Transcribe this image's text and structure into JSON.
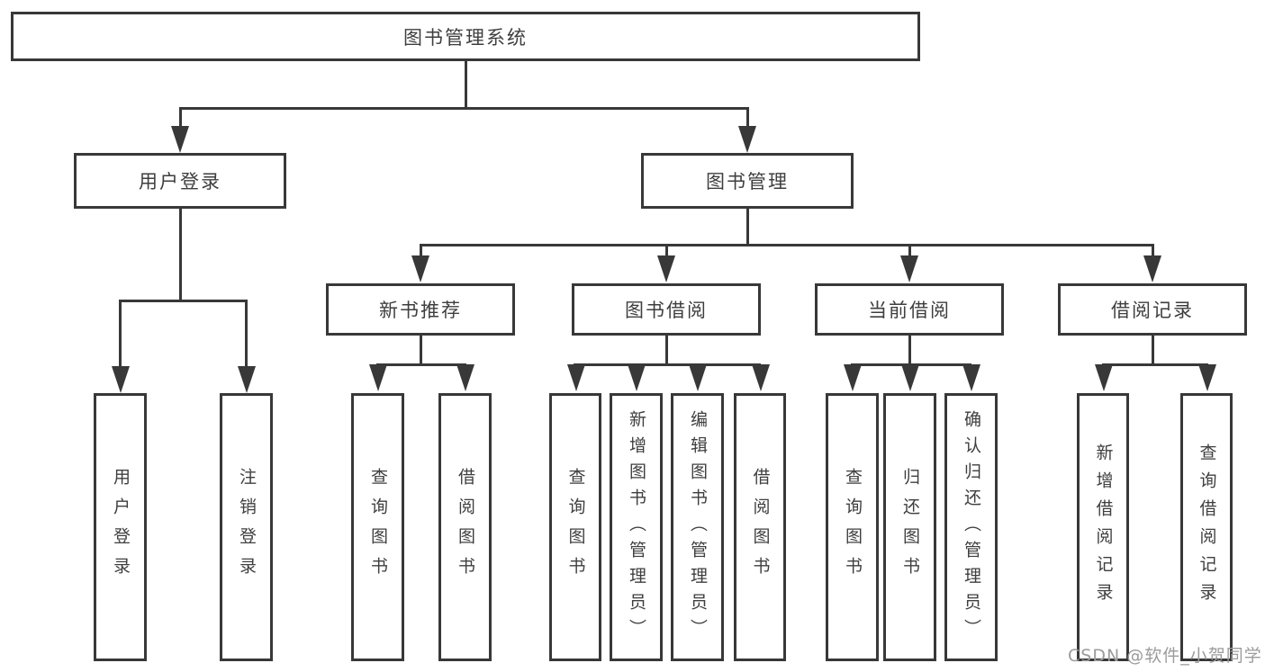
{
  "diagram_title": "图书管理系统",
  "tree": {
    "label": "图书管理系统",
    "children": [
      {
        "label": "用户登录",
        "children": [
          {
            "label": "用户登录"
          },
          {
            "label": "注销登录"
          }
        ]
      },
      {
        "label": "图书管理",
        "children": [
          {
            "label": "新书推荐",
            "children": [
              {
                "label": "查询图书"
              },
              {
                "label": "借阅图书"
              }
            ]
          },
          {
            "label": "图书借阅",
            "children": [
              {
                "label": "查询图书"
              },
              {
                "label": "新增图书（管理员）"
              },
              {
                "label": "编辑图书（管理员）"
              },
              {
                "label": "借阅图书"
              }
            ]
          },
          {
            "label": "当前借阅",
            "children": [
              {
                "label": "查询图书"
              },
              {
                "label": "归还图书"
              },
              {
                "label": "确认归还（管理员）"
              }
            ]
          },
          {
            "label": "借阅记录",
            "children": [
              {
                "label": "新增借阅记录"
              },
              {
                "label": "查询借阅记录"
              }
            ]
          }
        ]
      }
    ]
  },
  "watermark": {
    "text": "CSDN @软件_小贺同学"
  },
  "colors": {
    "line": "#383838",
    "box_border": "#383838",
    "text": "#3e3e3e",
    "watermark": "#9c9c9c",
    "background": "#ffffff"
  }
}
